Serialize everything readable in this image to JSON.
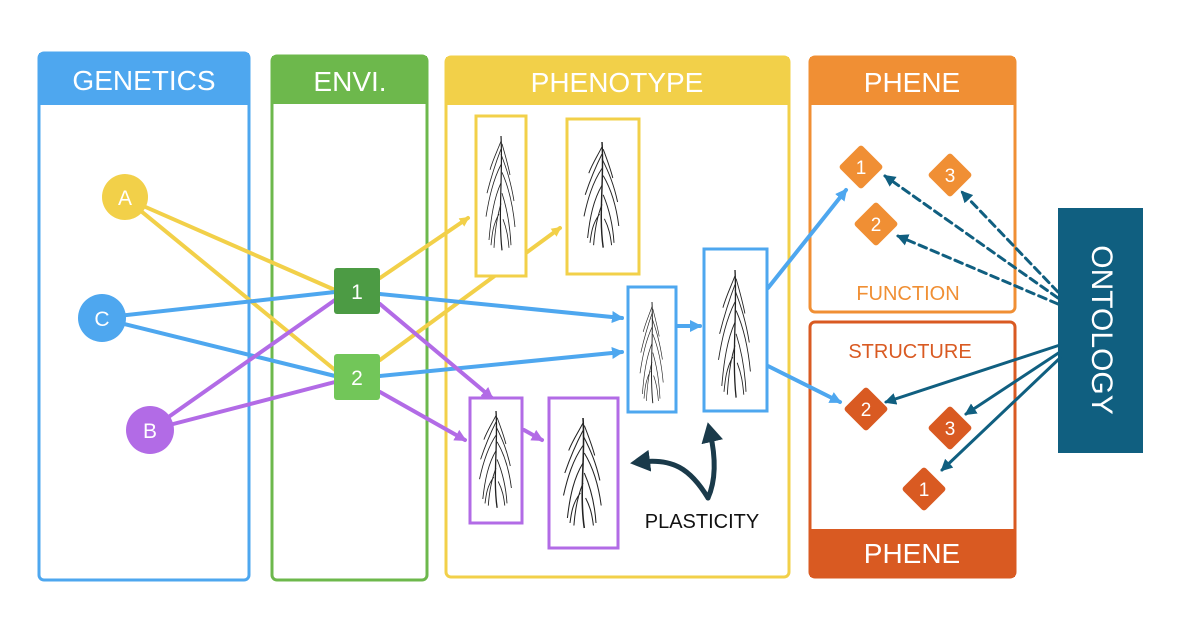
{
  "colors": {
    "genetics": "#4ea7ef",
    "environment": "#6db84c",
    "env_node_1": "#4c9b44",
    "env_node_2": "#72c659",
    "phenotype": "#f2d049",
    "phene_function": "#f08f34",
    "phene_structure": "#d95a22",
    "ontology": "#105f80",
    "allele_a": "#f2d049",
    "allele_b": "#b26be6",
    "allele_c": "#4ea7ef",
    "plasticity_arrow": "#1a3a4a"
  },
  "columns": {
    "genetics": "GENETICS",
    "environment": "ENVI.",
    "phenotype": "PHENOTYPE",
    "phene_top": "PHENE",
    "phene_bottom": "PHENE"
  },
  "alleles": {
    "a": "A",
    "b": "B",
    "c": "C"
  },
  "environments": {
    "e1": "1",
    "e2": "2"
  },
  "phene_function": {
    "title": "FUNCTION",
    "items": [
      "1",
      "2",
      "3"
    ]
  },
  "phene_structure": {
    "title": "STRUCTURE",
    "items": [
      "2",
      "3",
      "1"
    ]
  },
  "plasticity_label": "PLASTICITY",
  "ontology_label": "ONTOLOGY",
  "icons": {
    "root_image": "root-system-icon"
  }
}
